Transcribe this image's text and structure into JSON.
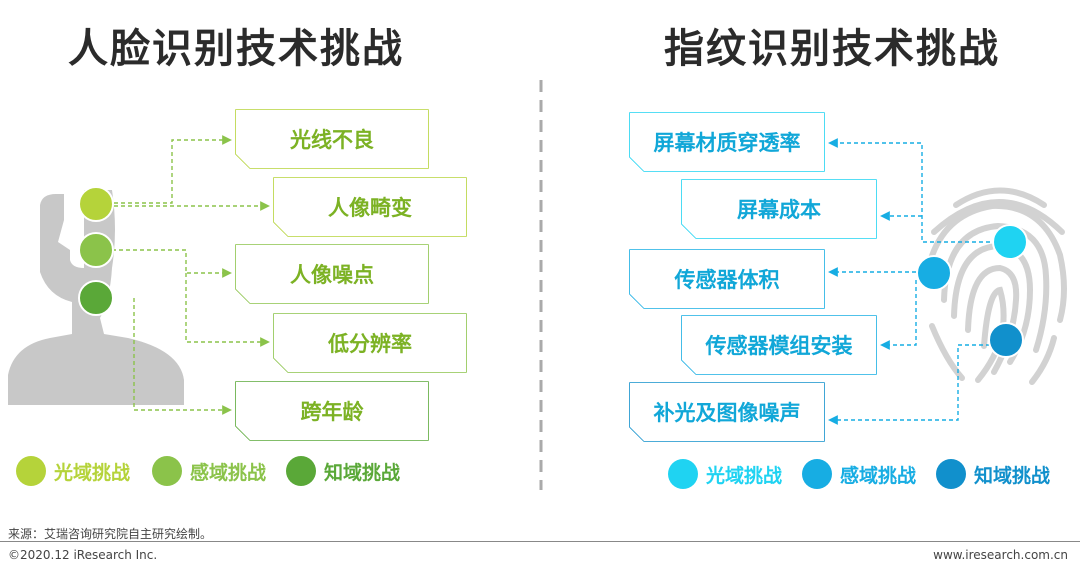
{
  "titles": {
    "face": "人脸识别技术挑战",
    "finger": "指纹识别技术挑战"
  },
  "face": {
    "boxes": [
      "光线不良",
      "人像畸变",
      "人像噪点",
      "低分辨率",
      "跨年龄"
    ],
    "legend": [
      "光域挑战",
      "感域挑战",
      "知域挑战"
    ],
    "colors": {
      "light": "#b5d33a",
      "mid": "#8bc34a",
      "dark": "#5aa838",
      "text": "#7cb224",
      "silhouette": "#c8c8c8"
    }
  },
  "finger": {
    "boxes": [
      "屏幕材质穿透率",
      "屏幕成本",
      "传感器体积",
      "传感器模组安装",
      "补光及图像噪声"
    ],
    "legend": [
      "光域挑战",
      "感域挑战",
      "知域挑战"
    ],
    "colors": {
      "light": "#1fd3f2",
      "mid": "#17ade3",
      "dark": "#1190cc",
      "text": "#11a7d8",
      "print": "#d2d2d2"
    }
  },
  "footer": {
    "source": "来源：艾瑞咨询研究院自主研究绘制。",
    "copyright": "©2020.12 iResearch Inc.",
    "website": "www.iresearch.com.cn"
  }
}
